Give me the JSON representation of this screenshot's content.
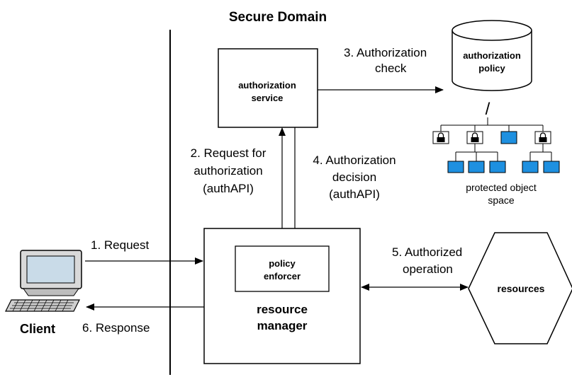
{
  "domain_title": "Secure Domain",
  "nodes": {
    "authorization_service": [
      "authorization",
      "service"
    ],
    "authorization_policy": [
      "authorization",
      "policy"
    ],
    "policy_enforcer": [
      "policy",
      "enforcer"
    ],
    "resource_manager": [
      "resource",
      "manager"
    ],
    "resources": "resources",
    "client": "Client"
  },
  "object_space": {
    "root": "/",
    "caption": [
      "protected object",
      "space"
    ]
  },
  "edges": {
    "request": "1. Request",
    "request_for_authorization": [
      "2. Request for",
      "authorization",
      "(authAPI)"
    ],
    "authorization_check": [
      "3. Authorization",
      "check"
    ],
    "authorization_decision": [
      "4. Authorization",
      "decision",
      "(authAPI)"
    ],
    "authorized_operation": [
      "5. Authorized",
      "operation"
    ],
    "response": "6. Response"
  },
  "colors": {
    "node_fill": "#ffffff",
    "stroke": "#000000",
    "object_fill": "#1e90e0",
    "monitor_screen": "#c9dbe8",
    "computer_body": "#d9d9d9"
  }
}
